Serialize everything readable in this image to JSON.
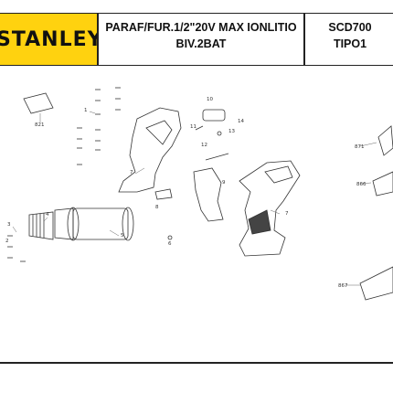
{
  "header": {
    "brand": "STANLEY",
    "title_line1": "PARAF/FUR.1/2\"20V MAX IONLITIO",
    "title_line2": "BIV.2BAT",
    "model": "SCD700",
    "type": "TIPO1"
  },
  "callouts": [
    "821",
    "1",
    "2",
    "3",
    "4",
    "5",
    "6",
    "7",
    "7",
    "8",
    "9",
    "10",
    "11",
    "12",
    "13",
    "14",
    "871",
    "866",
    "867"
  ],
  "colors": {
    "brand_yellow": "#ffd20f",
    "line": "#222222"
  }
}
